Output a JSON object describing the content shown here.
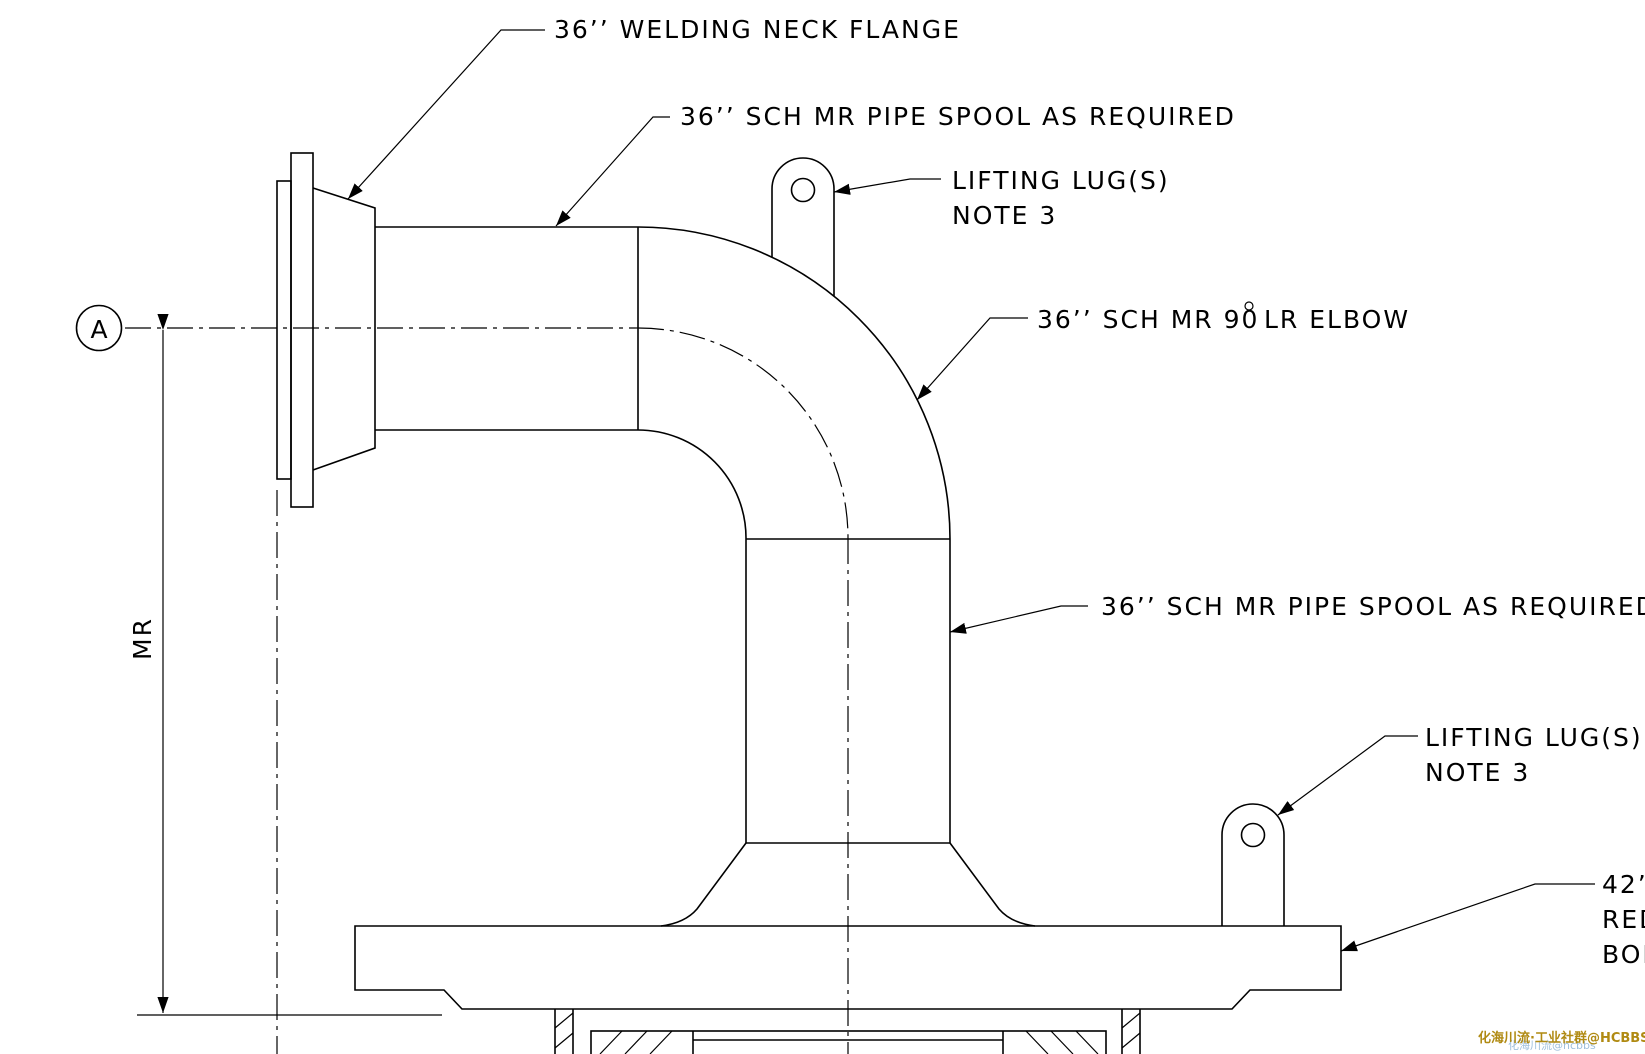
{
  "labels": {
    "flange": "36’’ WELDING NECK FLANGE",
    "spool_top": "36’’ SCH MR PIPE SPOOL AS REQUIRED",
    "lug_top_1": "LIFTING LUG(S)",
    "lug_top_2": "NOTE 3",
    "elbow_a": "36’’ SCH MR 90",
    "elbow_b": "LR ELBOW",
    "spool_vert": "36’’ SCH MR PIPE SPOOL AS REQUIRED",
    "lug_right_1": "LIFTING LUG(S)",
    "lug_right_2": "NOTE 3",
    "reducer_1": "42’",
    "reducer_2": "RED",
    "reducer_3": "BOL",
    "point_a": "A",
    "dim_mr": "MR"
  },
  "watermark": {
    "main": "化海川流·工业社群@HCBBS",
    "sub": "化海川流@hcbbs"
  },
  "colors": {
    "line": "#000000",
    "background": "#ffffff",
    "watermark": "#b08a12"
  }
}
